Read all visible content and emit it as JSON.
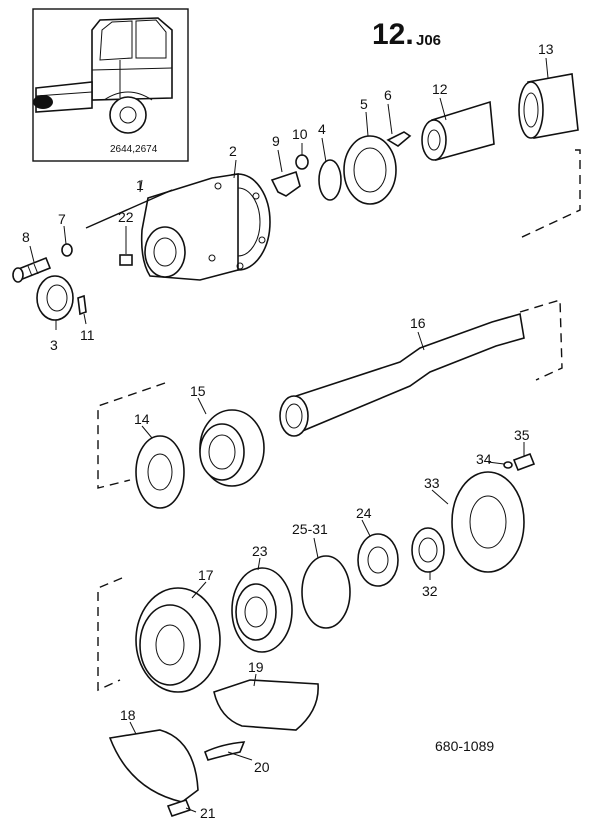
{
  "header": {
    "page_number": "12.",
    "section_code": "J06"
  },
  "inset": {
    "caption": "2644,2674"
  },
  "footer": {
    "reference": "680-1089"
  },
  "callouts": [
    {
      "id": "c1",
      "label": "1"
    },
    {
      "id": "c2",
      "label": "2"
    },
    {
      "id": "c3",
      "label": "3"
    },
    {
      "id": "c4",
      "label": "4"
    },
    {
      "id": "c5",
      "label": "5"
    },
    {
      "id": "c6",
      "label": "6"
    },
    {
      "id": "c7",
      "label": "7"
    },
    {
      "id": "c8",
      "label": "8"
    },
    {
      "id": "c9",
      "label": "9"
    },
    {
      "id": "c10",
      "label": "10"
    },
    {
      "id": "c11",
      "label": "11"
    },
    {
      "id": "c12",
      "label": "12"
    },
    {
      "id": "c13",
      "label": "13"
    },
    {
      "id": "c14",
      "label": "14"
    },
    {
      "id": "c15",
      "label": "15"
    },
    {
      "id": "c16",
      "label": "16"
    },
    {
      "id": "c17",
      "label": "17"
    },
    {
      "id": "c18",
      "label": "18"
    },
    {
      "id": "c19",
      "label": "19"
    },
    {
      "id": "c20",
      "label": "20"
    },
    {
      "id": "c21",
      "label": "21"
    },
    {
      "id": "c22",
      "label": "22"
    },
    {
      "id": "c23",
      "label": "23"
    },
    {
      "id": "c24",
      "label": "24"
    },
    {
      "id": "c25",
      "label": "25-31"
    },
    {
      "id": "c32",
      "label": "32"
    },
    {
      "id": "c33",
      "label": "33"
    },
    {
      "id": "c34",
      "label": "34"
    },
    {
      "id": "c35",
      "label": "35"
    }
  ]
}
